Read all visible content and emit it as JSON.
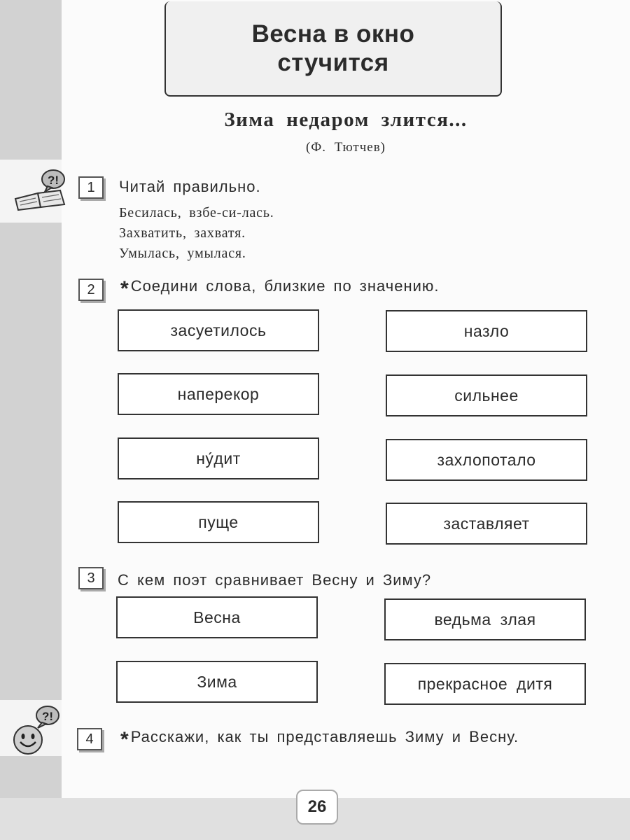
{
  "title": "Весна в окно стучится",
  "poem": {
    "title": "Зима недаром злится...",
    "author": "(Ф. Тютчев)"
  },
  "tasks": [
    {
      "number": "1",
      "text": "Читай правильно.",
      "lines": [
        "Бесилась, взбе-си-лась.",
        "Захватить, захватя.",
        "Умылась, умылася."
      ]
    },
    {
      "number": "2",
      "star": "*",
      "text": "Соедини слова, близкие по значению.",
      "left": [
        "засуетилось",
        "наперекор",
        "ну́дит",
        "пуще"
      ],
      "right": [
        "назло",
        "сильнее",
        "захлопотало",
        "заставляет"
      ]
    },
    {
      "number": "3",
      "text": "С кем поэт сравнивает Весну и Зиму?",
      "left": [
        "Весна",
        "Зима"
      ],
      "right": [
        "ведьма злая",
        "прекрасное дитя"
      ]
    },
    {
      "number": "4",
      "star": "*",
      "text": "Расскажи, как ты представляешь Зиму и Весну."
    }
  ],
  "icons": {
    "reading": "open-book-question-icon",
    "speaking": "smiley-question-icon"
  },
  "page_number": "26"
}
